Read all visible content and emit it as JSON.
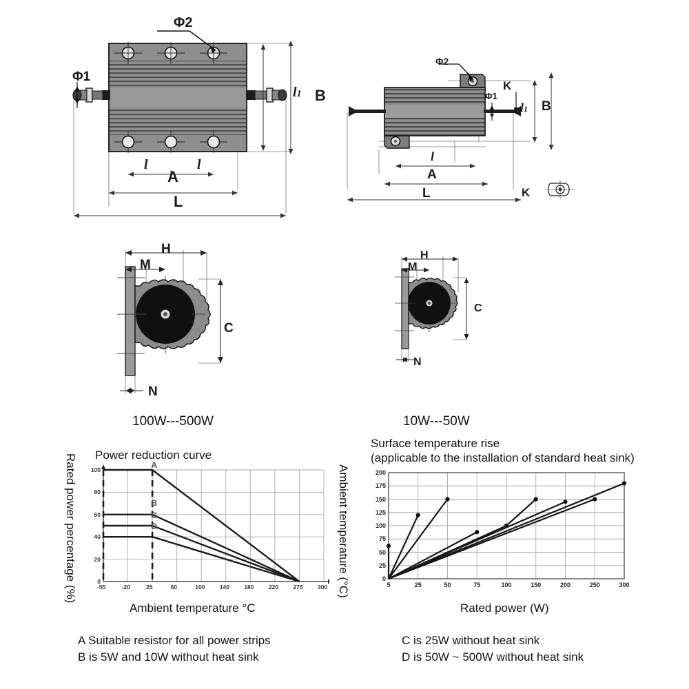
{
  "figure": {
    "title_implicit": "Wirewound aluminum housed resistor dimension drawing and derating curves"
  },
  "drawings": {
    "front_view": {
      "name": "front-view",
      "dimension_labels": {
        "phi1": "Φ1",
        "phi2": "Φ2",
        "l_small_left": "l",
        "l_small_right": "l",
        "A": "A",
        "L": "L",
        "B": "B",
        "l1": "l₁"
      }
    },
    "side_view": {
      "name": "side-view",
      "dimension_labels": {
        "phi1": "Φ1",
        "phi2": "Φ2",
        "l": "l",
        "A": "A",
        "L": "L",
        "B": "B",
        "l1": "l₁",
        "K_top": "K",
        "K_bottom": "K"
      }
    },
    "cross_section_large": {
      "name": "cross-section-large",
      "caption": "100W---500W",
      "dimension_labels": {
        "H": "H",
        "M": "M",
        "C": "C",
        "N": "N"
      }
    },
    "cross_section_small": {
      "name": "cross-section-small",
      "caption": "10W---50W",
      "dimension_labels": {
        "H": "H",
        "M": "M",
        "C": "C",
        "N": "N"
      }
    }
  },
  "chart_data": [
    {
      "type": "line",
      "name": "power-reduction-curve",
      "title": "Power reduction curve",
      "xlabel": "Ambient temperature °C",
      "ylabel": "Rated power percentage (%)",
      "xlim": [
        -55,
        300
      ],
      "ylim": [
        0,
        100
      ],
      "xticks": [
        -55,
        -20,
        25,
        60,
        100,
        140,
        180,
        220,
        275,
        300
      ],
      "xtick_labels": [
        "-55",
        "-20",
        "25",
        "60",
        "100",
        "140",
        "180",
        "220",
        "275",
        "300"
      ],
      "yticks": [
        0,
        20,
        40,
        60,
        80,
        100
      ],
      "ytick_labels": [
        "0",
        "20",
        "40",
        "60",
        "80",
        "100"
      ],
      "grid": true,
      "legend_position": "inline-annotations",
      "annotations": [
        {
          "label": "A",
          "x": 0,
          "y": 100
        },
        {
          "label": "B",
          "x": 0,
          "y": 66
        },
        {
          "label": "C",
          "x": 0,
          "y": 55
        },
        {
          "label": "D",
          "x": 0,
          "y": 45
        }
      ],
      "vertical_dashed_lines": [
        -55,
        25
      ],
      "series": [
        {
          "name": "A",
          "points": [
            [
              -55,
              100
            ],
            [
              25,
              100
            ],
            [
              275,
              0
            ]
          ]
        },
        {
          "name": "B",
          "points": [
            [
              -55,
              60
            ],
            [
              25,
              60
            ],
            [
              275,
              0
            ]
          ]
        },
        {
          "name": "C",
          "points": [
            [
              -55,
              50
            ],
            [
              25,
              50
            ],
            [
              275,
              0
            ]
          ]
        },
        {
          "name": "D",
          "points": [
            [
              -55,
              40
            ],
            [
              25,
              40
            ],
            [
              275,
              0
            ]
          ]
        }
      ]
    },
    {
      "type": "line",
      "name": "surface-temperature-rise-chart",
      "title": "Surface temperature rise",
      "subtitle": "(applicable to the installation of standard heat sink)",
      "xlabel": "Rated power (W)",
      "ylabel": "Ambient temperature (°C)",
      "xlim": [
        0,
        300
      ],
      "ylim": [
        0,
        200
      ],
      "xticks": [
        5,
        25,
        50,
        75,
        100,
        150,
        200,
        250,
        300
      ],
      "xtick_labels": [
        "5",
        "25",
        "50",
        "75",
        "100",
        "150",
        "200",
        "250",
        "300"
      ],
      "yticks": [
        0,
        25,
        50,
        75,
        100,
        125,
        150,
        175,
        200
      ],
      "ytick_labels": [
        "0",
        "25",
        "50",
        "75",
        "100",
        "125",
        "150",
        "175",
        "200"
      ],
      "grid": true,
      "legend_position": "none",
      "series": [
        {
          "name": "5W",
          "points": [
            [
              0,
              0
            ],
            [
              5,
              62
            ]
          ],
          "marker": true
        },
        {
          "name": "25W",
          "points": [
            [
              0,
              0
            ],
            [
              25,
              120
            ]
          ],
          "marker": true
        },
        {
          "name": "50W",
          "points": [
            [
              0,
              0
            ],
            [
              50,
              150
            ]
          ],
          "marker": true
        },
        {
          "name": "75W",
          "points": [
            [
              0,
              0
            ],
            [
              75,
              88
            ]
          ],
          "marker": true
        },
        {
          "name": "100W",
          "points": [
            [
              0,
              0
            ],
            [
              100,
              100
            ],
            [
              150,
              150
            ]
          ],
          "marker": true
        },
        {
          "name": "200W",
          "points": [
            [
              0,
              0
            ],
            [
              200,
              145
            ]
          ],
          "marker": true
        },
        {
          "name": "250W",
          "points": [
            [
              0,
              0
            ],
            [
              250,
              150
            ]
          ],
          "marker": true
        },
        {
          "name": "300W",
          "points": [
            [
              0,
              0
            ],
            [
              300,
              180
            ]
          ],
          "marker": true
        }
      ]
    }
  ],
  "footnotes": {
    "left": [
      "A Suitable resistor for all power strips",
      "B is 5W and 10W without heat sink"
    ],
    "right": [
      "C is 25W without heat sink",
      "D is 50W ~ 500W without heat sink"
    ]
  },
  "colors": {
    "line": "#1a1a1a",
    "grid": "#9a9a9a",
    "body_fill": "#8c8c8c",
    "body_dark": "#555555",
    "background": "#ffffff"
  }
}
